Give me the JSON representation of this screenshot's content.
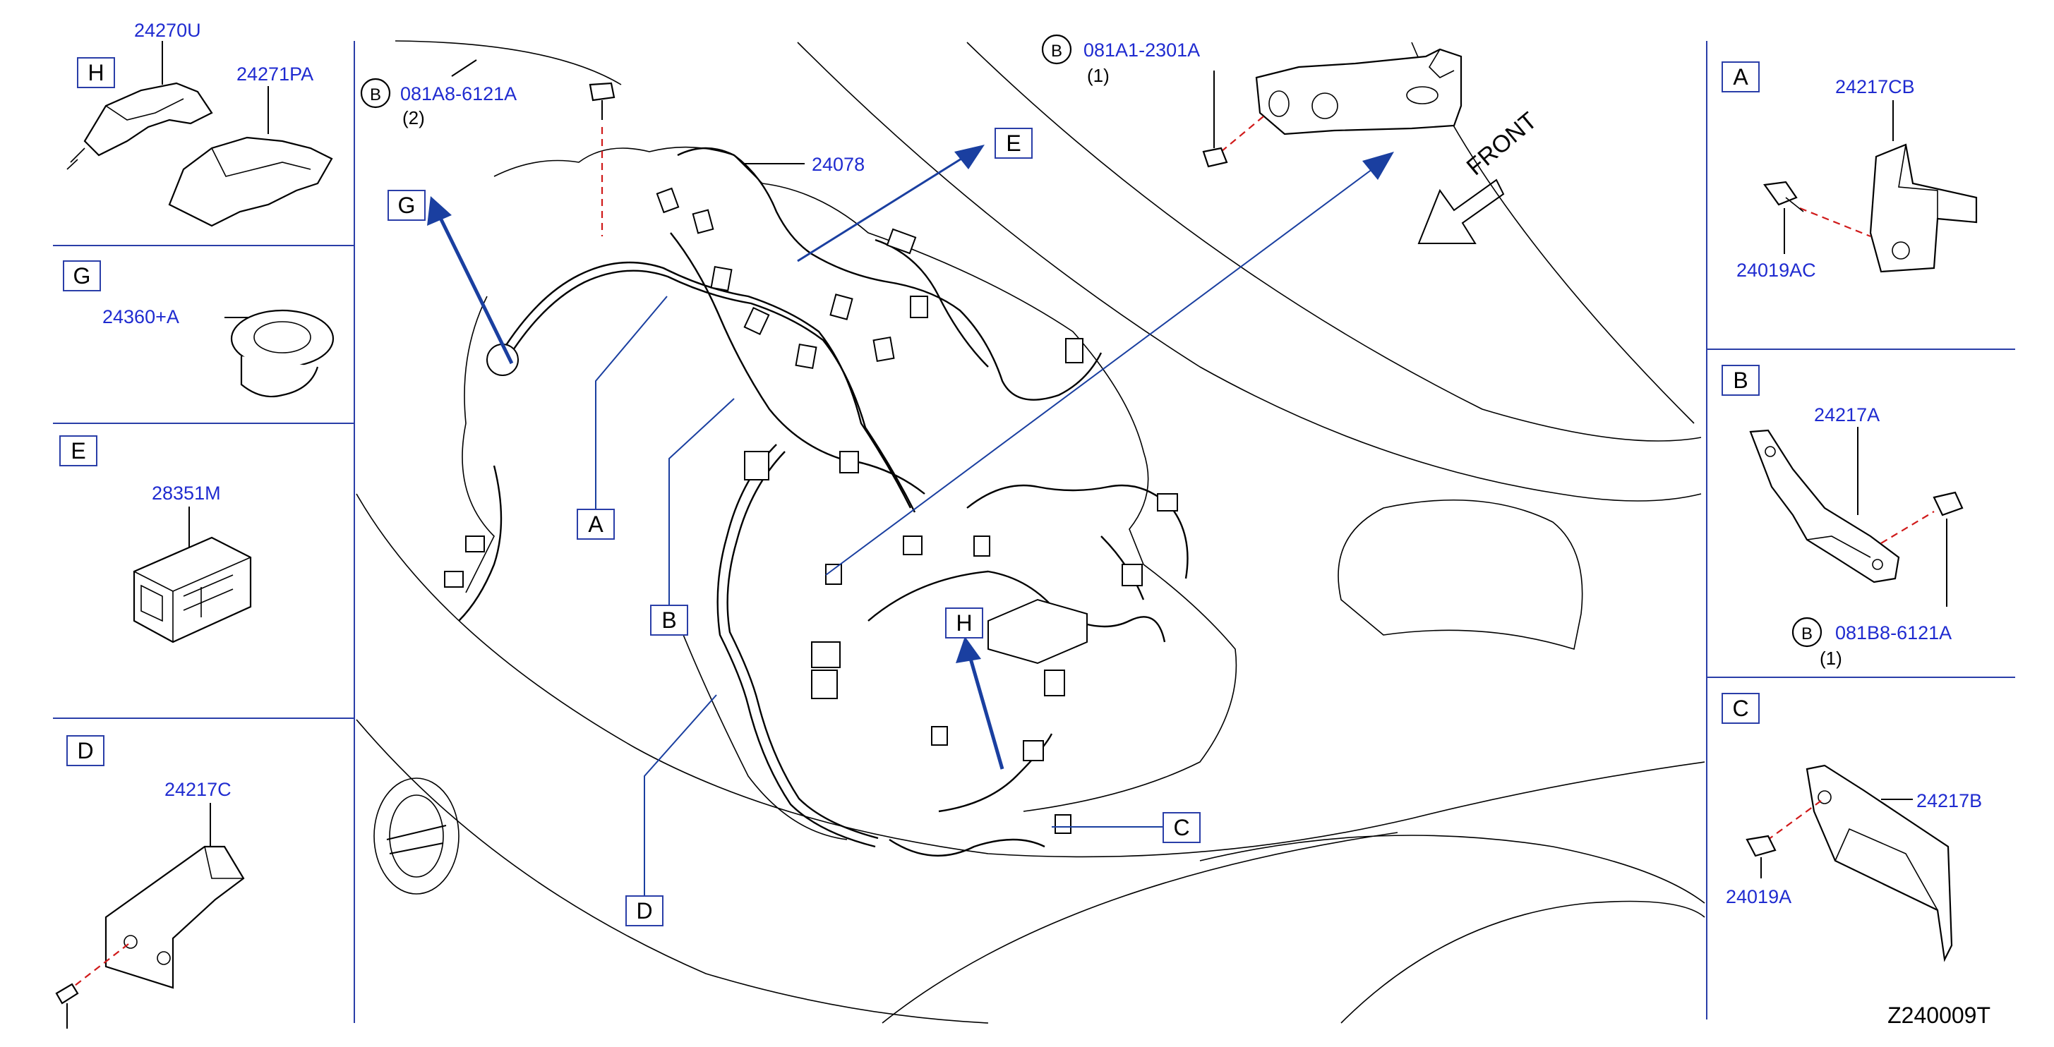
{
  "diagram_code": "Z240009T",
  "front_label": "FRONT",
  "bolt_symbol": "B",
  "panels": {
    "H": {
      "letter": "H",
      "parts": [
        "24270U",
        "24271PA"
      ]
    },
    "G": {
      "letter": "G",
      "parts": [
        "24360+A"
      ]
    },
    "E": {
      "letter": "E",
      "parts": [
        "28351M"
      ]
    },
    "D": {
      "letter": "D",
      "parts": [
        "24217C"
      ]
    },
    "A": {
      "letter": "A",
      "parts": [
        "24217CB",
        "24019AC"
      ]
    },
    "B": {
      "letter": "B",
      "parts": [
        "24217A",
        "081B8-6121A"
      ],
      "qty": "(1)"
    },
    "C": {
      "letter": "C",
      "parts": [
        "24217B",
        "24019A"
      ]
    }
  },
  "main": {
    "callouts": [
      {
        "part": "081A8-6121A",
        "qty": "(2)"
      },
      {
        "part": "081A1-2301A",
        "qty": "(1)"
      },
      {
        "part": "24078"
      }
    ],
    "location_labels": [
      "A",
      "B",
      "C",
      "D",
      "E",
      "G",
      "H"
    ]
  }
}
